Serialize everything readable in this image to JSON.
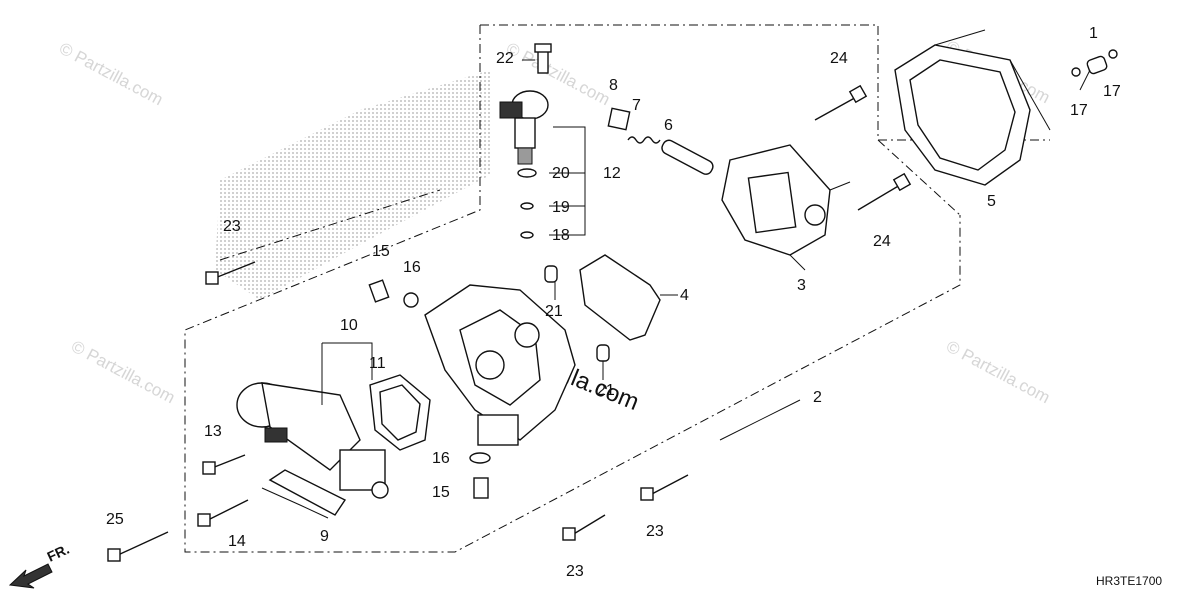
{
  "diagram": {
    "part_code": "HR3TE1700",
    "front_marker": "FR.",
    "watermark": "© Partzilla.com",
    "watermark_center": "partzilla.com",
    "callouts": {
      "c1": "1",
      "c2": "2",
      "c3": "3",
      "c4": "4",
      "c5": "5",
      "c6": "6",
      "c7": "7",
      "c8": "8",
      "c9": "9",
      "c10": "10",
      "c11": "11",
      "c12": "12",
      "c13": "13",
      "c14": "14",
      "c15a": "15",
      "c15b": "15",
      "c16a": "16",
      "c16b": "16",
      "c17a": "17",
      "c17b": "17",
      "c18": "18",
      "c19": "19",
      "c20": "20",
      "c21a": "21",
      "c21b": "21",
      "c22": "22",
      "c23a": "23",
      "c23b": "23",
      "c23c": "23",
      "c24a": "24",
      "c24b": "24",
      "c25": "25"
    }
  }
}
